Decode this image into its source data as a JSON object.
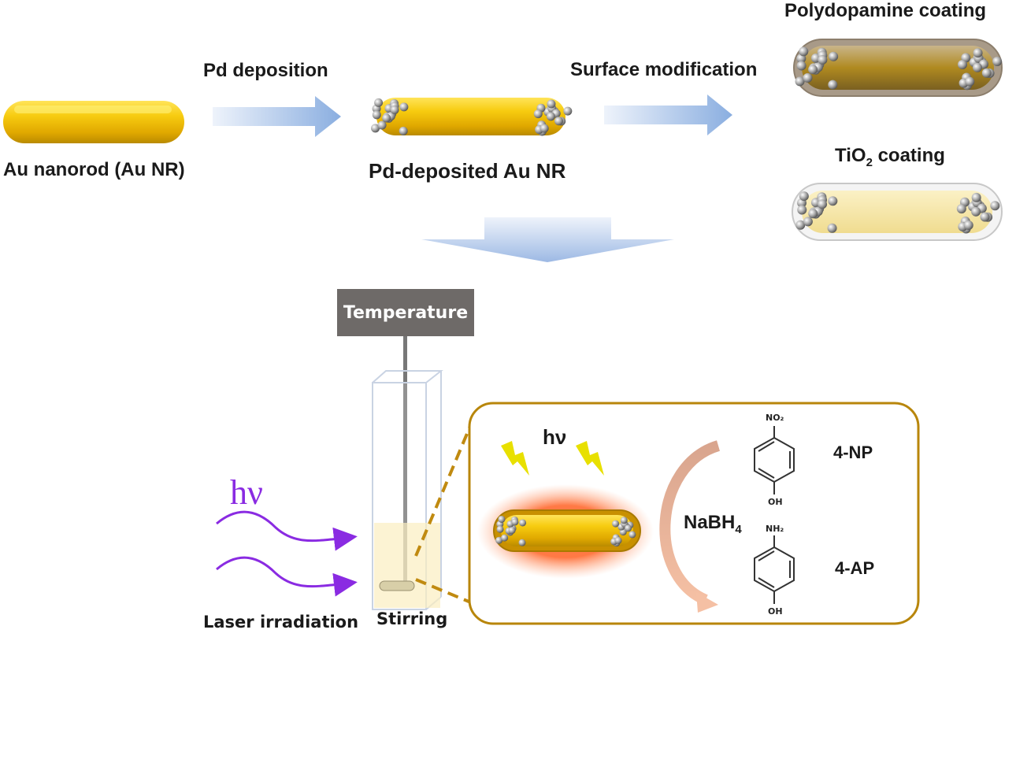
{
  "title": "Scheme of Pd-deposited Au nanorod synthesis, surface coating and photothermal catalytic reduction",
  "steps": {
    "au_nanorod": "Au nanorod (Au NR)",
    "pd_deposition": "Pd  deposition",
    "pd_deposited": "Pd-deposited Au NR",
    "surface_modification": "Surface modification",
    "polydopamine": "Polydopamine  coating",
    "tio2_prefix": "TiO",
    "tio2_sub": "2",
    "tio2_suffix": " coating"
  },
  "setup": {
    "temperature": "Temperature",
    "hv": "hν",
    "laser": "Laser irradiation",
    "stirring": "Stirring"
  },
  "reaction": {
    "hv": "hν",
    "reductant_main": "NaBH",
    "reductant_sub": "4",
    "reactant": {
      "label": "4-NP",
      "top_group": "NO₂",
      "bottom_group": "OH"
    },
    "product": {
      "label": "4-AP",
      "top_group": "NH₂",
      "bottom_group": "OH"
    }
  },
  "colors": {
    "gold": "#f5c400",
    "arrow_blue": "#8fb0e0",
    "frame_gold": "#b8860b",
    "laser_purple": "#8a2be2",
    "temp_box": "#6e6a68",
    "glow": "#ff7a45"
  }
}
